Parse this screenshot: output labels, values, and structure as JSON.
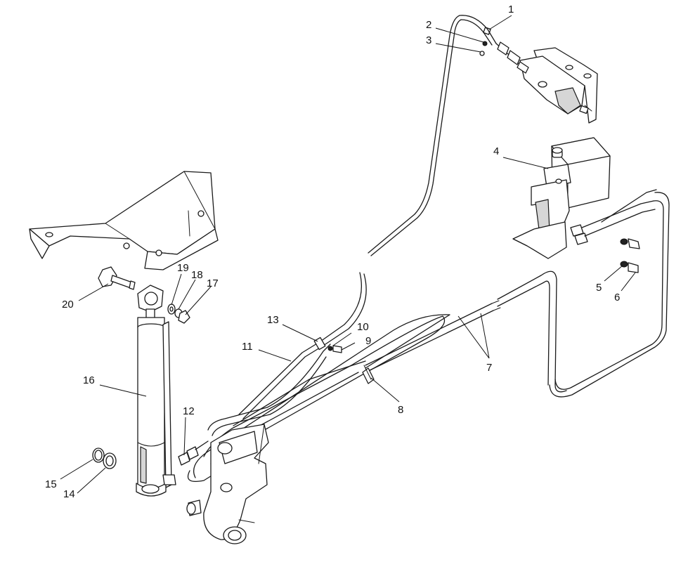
{
  "callouts": [
    {
      "id": "c1",
      "label": "1"
    },
    {
      "id": "c2",
      "label": "2"
    },
    {
      "id": "c3",
      "label": "3"
    },
    {
      "id": "c4",
      "label": "4"
    },
    {
      "id": "c5",
      "label": "5"
    },
    {
      "id": "c6",
      "label": "6"
    },
    {
      "id": "c7",
      "label": "7"
    },
    {
      "id": "c8",
      "label": "8"
    },
    {
      "id": "c9",
      "label": "9"
    },
    {
      "id": "c10",
      "label": "10"
    },
    {
      "id": "c11",
      "label": "11"
    },
    {
      "id": "c12",
      "label": "12"
    },
    {
      "id": "c13",
      "label": "13"
    },
    {
      "id": "c14",
      "label": "14"
    },
    {
      "id": "c15",
      "label": "15"
    },
    {
      "id": "c16",
      "label": "16"
    },
    {
      "id": "c17",
      "label": "17"
    },
    {
      "id": "c18",
      "label": "18"
    },
    {
      "id": "c19",
      "label": "19"
    },
    {
      "id": "c20",
      "label": "20"
    }
  ],
  "colors": {
    "line": "#1a1a1a",
    "background": "#ffffff",
    "shade": "#d6d6d6"
  }
}
